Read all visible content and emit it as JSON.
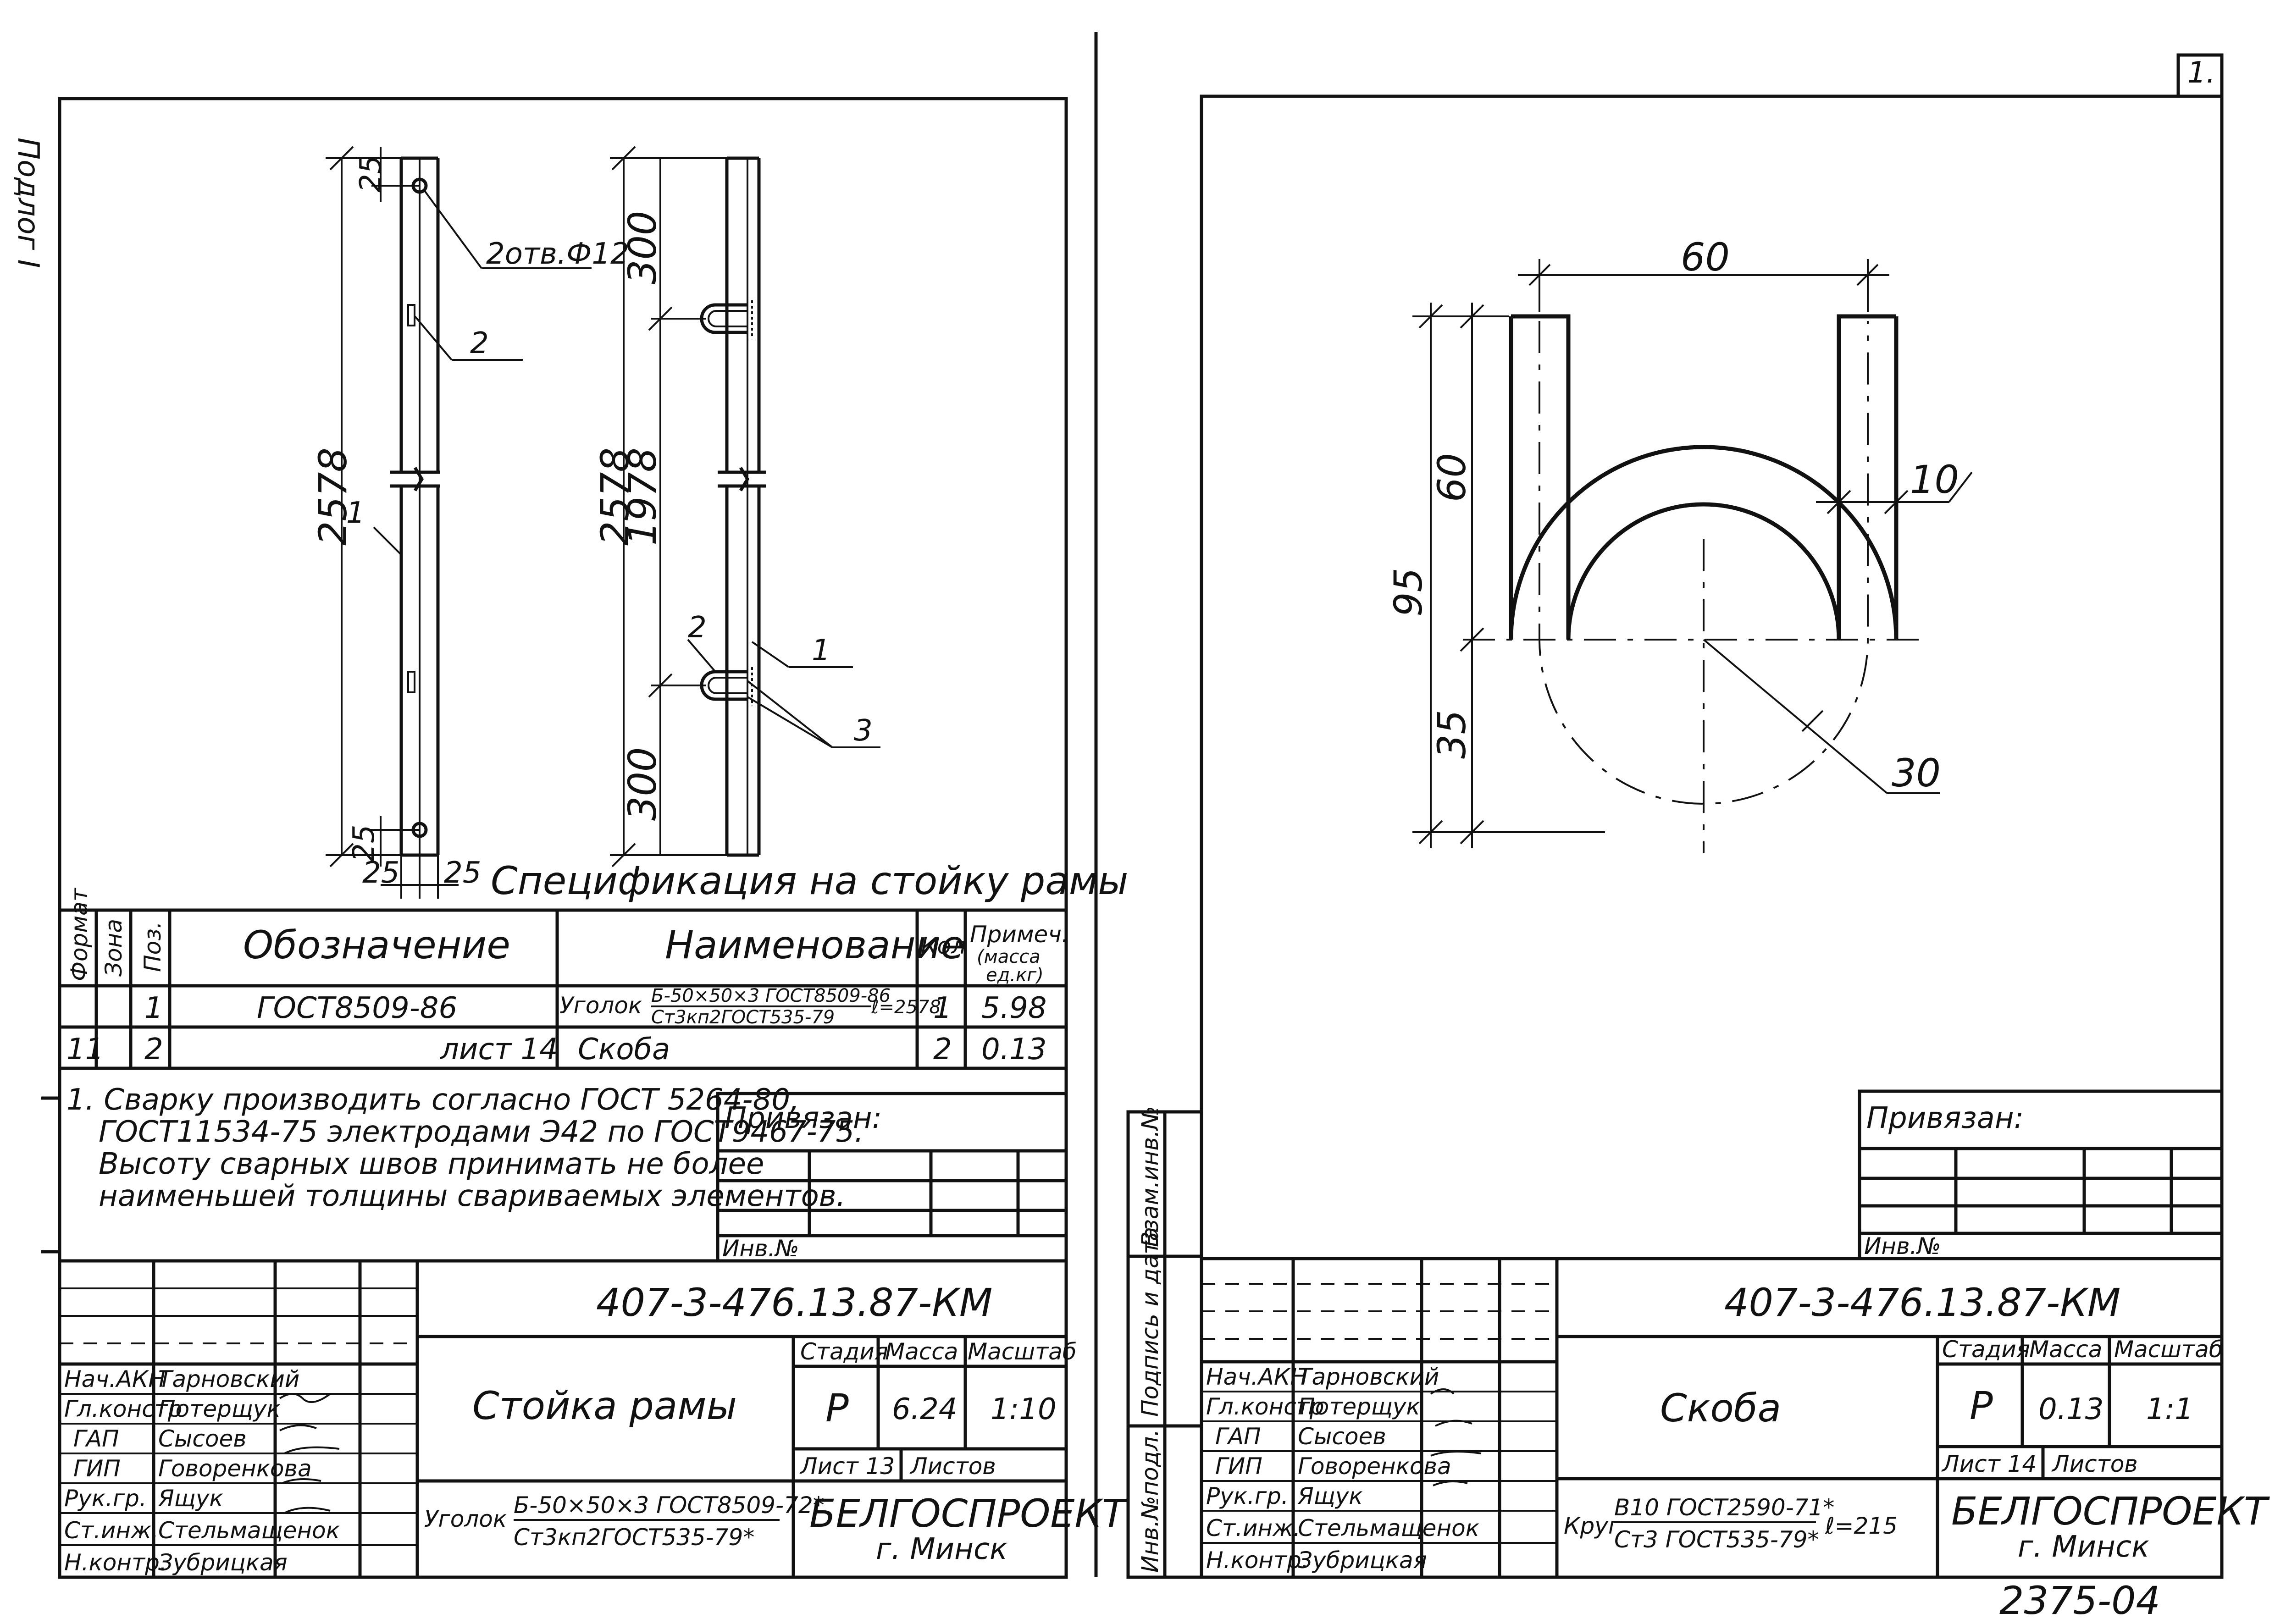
{
  "left_sheet": {
    "side_note": "Подлог I",
    "dims": {
      "d25_top": "25",
      "d2578_a": "2578",
      "d25_bottom": "25",
      "d25_left": "25",
      "d25_right": "25",
      "d2578_b": "2578",
      "d300_top": "300",
      "d1978": "1978",
      "d300_bottom": "300"
    },
    "callouts": {
      "holes": "2отв.Ф12",
      "pos1_a": "1",
      "pos2_a": "2",
      "pos1_b": "1",
      "pos2_b": "2",
      "pos3": "3"
    },
    "spec_title": "Спецификация на стойку рамы",
    "spec_headers": {
      "format": "Формат",
      "zone": "Зона",
      "pos": "Поз.",
      "designation": "Обозначение",
      "name": "Наименование",
      "qty": "Кол",
      "note_line1": "Примеч.",
      "note_line2": "(масса",
      "note_line3": "ед.кг)"
    },
    "spec_rows": [
      {
        "format": "",
        "pos": "1",
        "designation": "ГОСТ8509-86",
        "name_prefix": "Уголок",
        "name_top": "Б-50×50×3 ГОСТ8509-86",
        "name_bottom": "Ст3кп2ГОСТ535-79",
        "name_suffix": "ℓ=2578",
        "qty": "1",
        "mass": "5.98"
      },
      {
        "format": "11",
        "pos": "2",
        "designation": "лист 14",
        "name": "Скоба",
        "qty": "2",
        "mass": "0.13"
      }
    ],
    "notes": [
      "1. Сварку производить согласно ГОСТ 5264-80,",
      "ГОСТ11534-75 электродами Э42 по ГОСТ9467-75.",
      "Высоту сварных швов принимать не более",
      "наименьшей толщины свариваемых элементов."
    ],
    "privyazan": "Привязан:",
    "inv_no": "Инв.№",
    "doc_code": "407-3-476.13.87-КМ",
    "title_labels": {
      "stage": "Стадия",
      "mass": "Масса",
      "scale": "Масштаб",
      "sheet": "Лист 13",
      "sheets": "Листов"
    },
    "stage": "Р",
    "mass": "6.24",
    "scale": "1:10",
    "part_name": "Стойка рамы",
    "material_prefix": "Уголок",
    "material_top": "Б-50×50×3 ГОСТ8509-72*",
    "material_bottom": "Ст3кп2ГОСТ535-79*",
    "org": "БЕЛГОСПРОЕКТ",
    "city": "г. Минск",
    "staff": [
      {
        "role": "Нач.АКН",
        "name": "Тарновский"
      },
      {
        "role": "Гл.констр",
        "name": "Потерщук"
      },
      {
        "role": "ГАП",
        "name": "Сысоев"
      },
      {
        "role": "ГИП",
        "name": "Говоренкова"
      },
      {
        "role": "Рук.гр.",
        "name": "Ящук"
      },
      {
        "role": "Ст.инж.",
        "name": "Стельмащенок"
      },
      {
        "role": "Н.контр.",
        "name": "Зубрицкая"
      }
    ]
  },
  "right_sheet": {
    "corner_mark": "1.",
    "dims": {
      "width": "60",
      "straight": "60",
      "total": "95",
      "bend": "35",
      "dia": "10",
      "radius": "30"
    },
    "side_stamp": [
      "Инв.№подл.",
      "Подпись и дата",
      "Взам.инв.№"
    ],
    "privyazan": "Привязан:",
    "inv_no": "Инв.№",
    "doc_code": "407-3-476.13.87-КМ",
    "title_labels": {
      "stage": "Стадия",
      "mass": "Масса",
      "scale": "Масштаб",
      "sheet": "Лист 14",
      "sheets": "Листов"
    },
    "stage": "Р",
    "mass": "0.13",
    "scale": "1:1",
    "part_name": "Скоба",
    "material_prefix": "Круг",
    "material_top": "В10 ГОСТ2590-71*",
    "material_bottom": "Ст3 ГОСТ535-79*",
    "material_suffix": "ℓ=215",
    "org": "БЕЛГОСПРОЕКТ",
    "city": "г. Минск",
    "staff": [
      {
        "role": "Нач.АКН",
        "name": "Тарновский"
      },
      {
        "role": "Гл.констр",
        "name": "Потерщук"
      },
      {
        "role": "ГАП",
        "name": "Сысоев"
      },
      {
        "role": "ГИП",
        "name": "Говоренкова"
      },
      {
        "role": "Рук.гр.",
        "name": "Ящук"
      },
      {
        "role": "Ст.инж.",
        "name": "Стельмащенок"
      },
      {
        "role": "Н.контр.",
        "name": "Зубрицкая"
      }
    ],
    "archive_no": "2375-04"
  }
}
